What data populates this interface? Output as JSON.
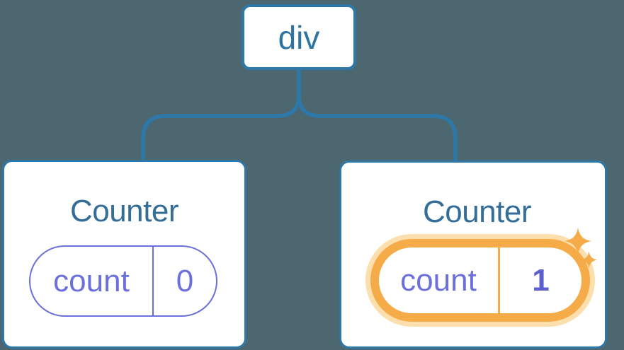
{
  "diagram": {
    "root": {
      "label": "div"
    },
    "children": [
      {
        "title": "Counter",
        "state": {
          "key": "count",
          "value": "0"
        },
        "highlighted": false
      },
      {
        "title": "Counter",
        "state": {
          "key": "count",
          "value": "1"
        },
        "highlighted": true
      }
    ]
  },
  "icons": {
    "sparkle_large": "sparkle-icon",
    "sparkle_small": "sparkle-icon"
  },
  "colors": {
    "background": "#4d6770",
    "tree_line": "#2d78a8",
    "card_border": "#2d78a8",
    "card_background": "#ffffff",
    "root_label_text": "#2d74a3",
    "title_text": "#346e98",
    "state_purple": "#6c70dc",
    "state_value_bold_purple": "#5b60cc",
    "highlight_orange": "#f6ab49",
    "highlight_glow": "#fcdfac"
  }
}
